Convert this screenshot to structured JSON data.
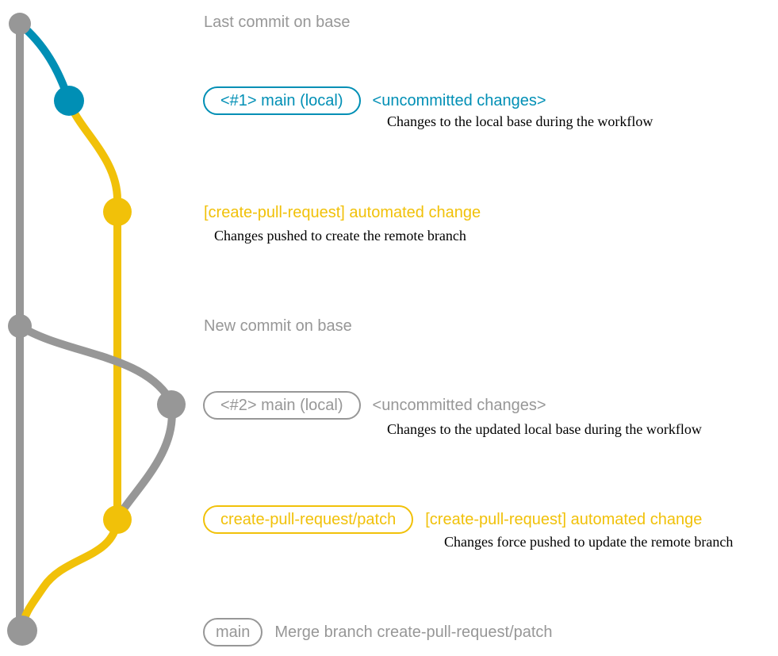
{
  "colors": {
    "base_gray": "#979797",
    "local_blue": "#008fb5",
    "branch_yellow": "#f1c109",
    "annotation_black": "#000000",
    "background": "#ffffff"
  },
  "commits": [
    {
      "id": "last-base",
      "color": "gray",
      "message": "Last commit on base"
    },
    {
      "id": "local-1",
      "color": "blue",
      "badge": "<#1> main (local)",
      "message": "<uncommitted changes>",
      "annotation": "Changes to the local base during the workflow"
    },
    {
      "id": "automated-1",
      "color": "yellow",
      "message": "[create-pull-request] automated change",
      "annotation": "Changes pushed to create the remote branch"
    },
    {
      "id": "new-base",
      "color": "gray",
      "message": "New commit on base"
    },
    {
      "id": "local-2",
      "color": "gray",
      "badge": "<#2> main (local)",
      "message": "<uncommitted changes>",
      "annotation": "Changes to the updated local base during the workflow"
    },
    {
      "id": "automated-2",
      "color": "yellow",
      "badge": "create-pull-request/patch",
      "message": "[create-pull-request] automated change",
      "annotation": "Changes force pushed to update the remote branch"
    },
    {
      "id": "merge",
      "color": "gray",
      "badge": "main",
      "message": "Merge branch create-pull-request/patch"
    }
  ]
}
